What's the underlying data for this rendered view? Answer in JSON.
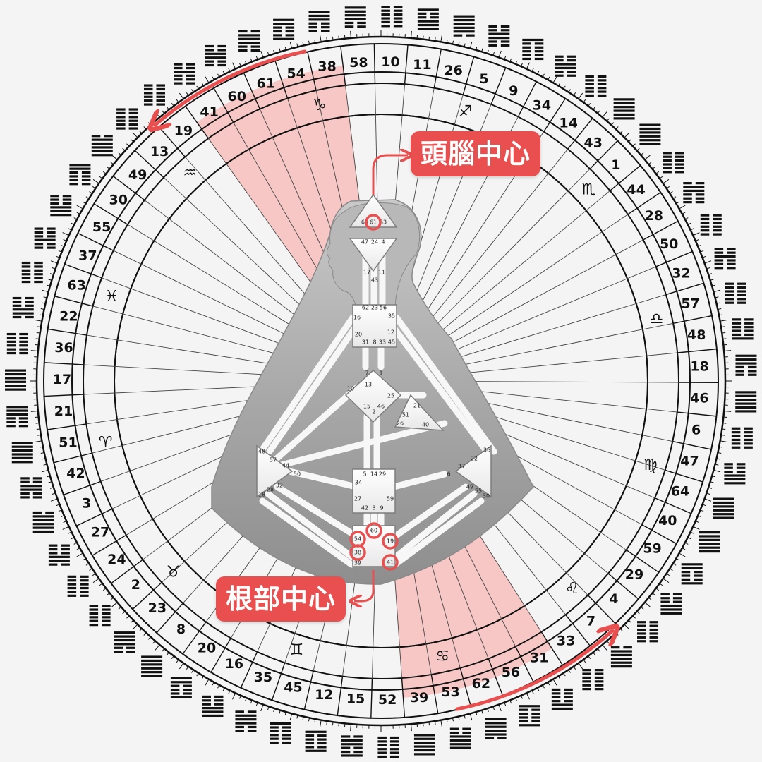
{
  "labels": {
    "head_center": "頭腦中心",
    "root_center": "根部中心"
  },
  "gate_ring": [
    "58",
    "10",
    "11",
    "26",
    "5",
    "9",
    "34",
    "14",
    "43",
    "1",
    "44",
    "28",
    "50",
    "32",
    "57",
    "48",
    "18",
    "46",
    "6",
    "47",
    "64",
    "40",
    "59",
    "29",
    "4",
    "7",
    "33",
    "31",
    "56",
    "62",
    "53",
    "39",
    "52",
    "15",
    "12",
    "45",
    "35",
    "16",
    "20",
    "8",
    "23",
    "2",
    "24",
    "27",
    "3",
    "42",
    "51",
    "21",
    "17",
    "36",
    "22",
    "63",
    "37",
    "55",
    "30",
    "49",
    "13",
    "19",
    "41",
    "60",
    "61",
    "54",
    "38"
  ],
  "zodiac_signs": [
    {
      "name": "capricorn",
      "glyph": "♑"
    },
    {
      "name": "sagittarius",
      "glyph": "♐"
    },
    {
      "name": "scorpio",
      "glyph": "♏"
    },
    {
      "name": "libra",
      "glyph": "♎"
    },
    {
      "name": "virgo",
      "glyph": "♍"
    },
    {
      "name": "leo",
      "glyph": "♌"
    },
    {
      "name": "cancer",
      "glyph": "♋"
    },
    {
      "name": "gemini",
      "glyph": "♊"
    },
    {
      "name": "taurus",
      "glyph": "♉"
    },
    {
      "name": "aries",
      "glyph": "♈"
    },
    {
      "name": "pisces",
      "glyph": "♓"
    },
    {
      "name": "aquarius",
      "glyph": "♒"
    }
  ],
  "bodygraph": {
    "head_gates": [
      "64",
      "61",
      "63"
    ],
    "ajna_gates": [
      "47",
      "24",
      "4",
      "17",
      "11",
      "43"
    ],
    "throat_gates": [
      "62",
      "23",
      "56",
      "16",
      "35",
      "20",
      "12",
      "31",
      "8",
      "33",
      "45"
    ],
    "g_gates": [
      "7",
      "1",
      "13",
      "10",
      "25",
      "15",
      "46",
      "2"
    ],
    "heart_gates": [
      "21",
      "51",
      "26",
      "40"
    ],
    "spleen_gates": [
      "48",
      "57",
      "44",
      "50",
      "32",
      "28",
      "18"
    ],
    "solar_plexus_gates": [
      "36",
      "22",
      "37",
      "6",
      "49",
      "55",
      "30"
    ],
    "sacral_gates": [
      "5",
      "14",
      "29",
      "34",
      "27",
      "59",
      "42",
      "3",
      "9"
    ],
    "root_gates": [
      "60",
      "54",
      "19",
      "38",
      "39",
      "41"
    ]
  },
  "highlighted_gates": [
    "61",
    "60",
    "54",
    "19",
    "38",
    "41"
  ],
  "colors": {
    "accent": "#ea4f4f",
    "wedge": "#f6c7c4",
    "background": "#f4f4f4",
    "ink": "#111111",
    "body_gray": "#9a9a9a"
  },
  "icons": {
    "hexagram": "hexagram-icon",
    "arrow": "arc-arrow-icon"
  }
}
